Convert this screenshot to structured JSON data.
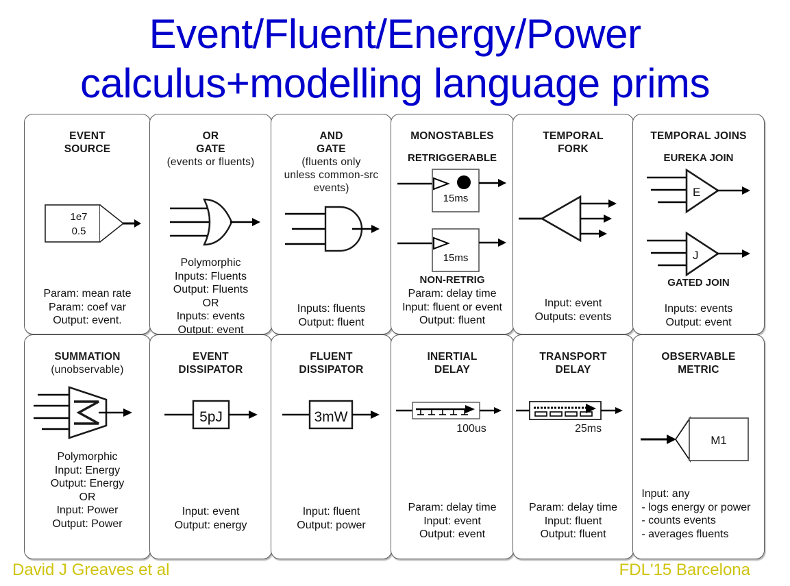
{
  "slide": {
    "title_line1": "Event/Fluent/Energy/Power",
    "title_line2": "calculus+modelling language prims",
    "title_color": "#0000cc"
  },
  "footer": {
    "author": "David J Greaves et al",
    "conference": "FDL'15 Barcelona",
    "color": "#cfc30d"
  },
  "cells": [
    {
      "id": "event-source",
      "header": "EVENT\nSOURCE",
      "header_line1": "EVENT",
      "header_line2": "SOURCE",
      "symbol": "event-source-symbol",
      "symbol_labels": [
        "1e7",
        "0.5"
      ],
      "footer_lines": [
        "Param: mean rate",
        "Param: coef var",
        "Output: event."
      ]
    },
    {
      "id": "or-gate",
      "header_line1": "OR",
      "header_line2": "GATE",
      "header_line3": "(events or fluents)",
      "symbol": "or-gate-symbol",
      "footer_lines": [
        "Polymorphic",
        "Inputs: Fluents",
        "Output: Fluents",
        "OR",
        "Inputs: events",
        "Output: event"
      ]
    },
    {
      "id": "and-gate",
      "header_line1": "AND",
      "header_line2": "GATE",
      "header_line3": "(fluents only",
      "header_line4": "unless common-src",
      "header_line5": "events)",
      "symbol": "and-gate-symbol",
      "footer_lines": [
        "Inputs: fluents",
        "Output: fluent"
      ]
    },
    {
      "id": "monostables",
      "header_line1": "MONOSTABLES",
      "sub_title_1": "RETRIGGERABLE",
      "sub_title_2": "NON-RETRIG",
      "symbol": "monostable-symbol",
      "delay_1": "15ms",
      "delay_2": "15ms",
      "footer_lines": [
        "Param: delay time",
        "Input: fluent or event",
        "Output: fluent"
      ]
    },
    {
      "id": "temporal-fork",
      "header_line1": "TEMPORAL",
      "header_line2": "FORK",
      "symbol": "temporal-fork-symbol",
      "footer_lines": [
        "Input:  event",
        "Outputs: events"
      ]
    },
    {
      "id": "temporal-joins",
      "header_line1": "TEMPORAL JOINS",
      "sub_title_1": "EUREKA JOIN",
      "sub_title_2": "GATED JOIN",
      "symbol": "temporal-join-symbol",
      "join_letter_1": "E",
      "join_letter_2": "J",
      "footer_lines": [
        "Inputs:  events",
        "Output: event"
      ]
    },
    {
      "id": "summation",
      "header_line1": "SUMMATION",
      "header_line2": "(unobservable)",
      "symbol": "summation-symbol",
      "footer_lines": [
        "Polymorphic",
        "Input: Energy",
        "Output: Energy",
        "OR",
        "Input: Power",
        "Output: Power"
      ]
    },
    {
      "id": "event-dissipator",
      "header_line1": "EVENT",
      "header_line2": "DISSIPATOR",
      "symbol": "box-inline-symbol",
      "box_label": "5pJ",
      "footer_lines": [
        "Input: event",
        "Output: energy"
      ]
    },
    {
      "id": "fluent-dissipator",
      "header_line1": "FLUENT",
      "header_line2": "DISSIPATOR",
      "symbol": "box-inline-symbol",
      "box_label": "3mW",
      "footer_lines": [
        "Input: fluent",
        "Output: power"
      ]
    },
    {
      "id": "inertial-delay",
      "header_line1": "INERTIAL",
      "header_line2": "DELAY",
      "symbol": "inertial-delay-symbol",
      "delay_label": "100us",
      "footer_lines": [
        "Param: delay time",
        "Input: event",
        "Output: event"
      ]
    },
    {
      "id": "transport-delay",
      "header_line1": "TRANSPORT",
      "header_line2": "DELAY",
      "symbol": "transport-delay-symbol",
      "delay_label": "25ms",
      "footer_lines": [
        "Param: delay time",
        "Input: fluent",
        "Output: fluent"
      ]
    },
    {
      "id": "observable-metric",
      "header_line1": "OBSERVABLE",
      "header_line2": "METRIC",
      "symbol": "observable-metric-symbol",
      "box_label": "M1",
      "footer_lines": [
        "Input: any",
        "- logs energy or power",
        "- counts events",
        " - averages fluents"
      ]
    }
  ]
}
